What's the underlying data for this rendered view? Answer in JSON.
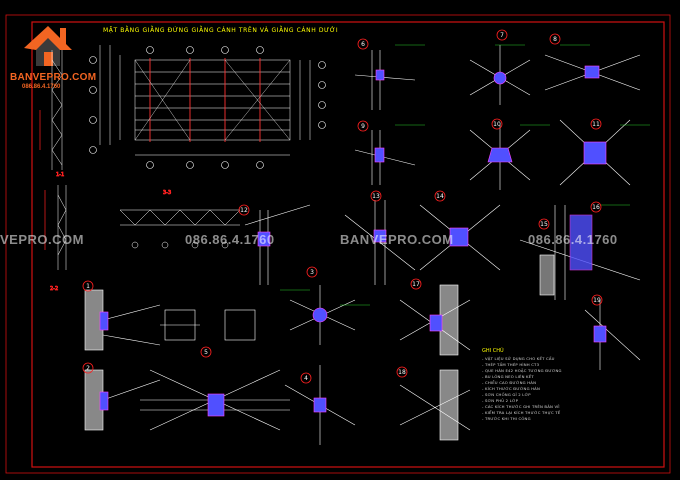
{
  "logo": {
    "brand": "BANVEPRO.COM",
    "phone": "086.86.4.1760",
    "colors": {
      "orange": "#f26522",
      "dark": "#3a3a3a"
    }
  },
  "sheet_title": "MẶT BẰNG GIẰNG ĐỨNG GIẰNG CÁNH TRÊN VÀ GIẰNG CÁNH DƯỚI",
  "watermarks": [
    {
      "text": "VEPRO.COM"
    },
    {
      "text": "086.86.4.1760"
    },
    {
      "text": "BANVEPRO.COM"
    },
    {
      "text": "086.86.4.1760"
    }
  ],
  "notes": {
    "title": "GHI CHÚ",
    "lines": [
      "- VẬT LIỆU SỬ DỤNG CHO KẾT CẤU",
      "- THÉP TẤM THÉP HÌNH CT3",
      "- QUE HÀN E42 HOẶC TƯƠNG ĐƯƠNG",
      "- BU LÔNG NEO LIÊN KẾT",
      "- CHIỀU CAO ĐƯỜNG HÀN",
      "- KÍCH THƯỚC ĐƯỜNG HÀN",
      "- SƠN CHỐNG GỈ 2 LỚP",
      "- SƠN PHỦ 2 LỚP",
      "- CÁC KÍCH THƯỚC GHI TRÊN BẢN VẼ",
      "- KIỂM TRA LẠI KÍCH THƯỚC THỰC TẾ",
      "- TRƯỚC KHI THI CÔNG"
    ]
  },
  "detail_markers": [
    "6",
    "7",
    "8",
    "9",
    "10",
    "11",
    "12",
    "13",
    "14",
    "15",
    "16",
    "17",
    "18",
    "19",
    "1",
    "2",
    "3",
    "4",
    "5"
  ],
  "section_labels": [
    "1-1",
    "2-2",
    "3-3"
  ],
  "colors": {
    "background": "#000000",
    "frame": "#d01010",
    "cad_white": "#ffffff",
    "cad_cyan": "#00c8ff",
    "cad_magenta": "#ff40ff",
    "cad_blue": "#5050ff",
    "cad_yellow": "#ffff00",
    "cad_green": "#30ff30",
    "cad_red": "#ff2020"
  }
}
